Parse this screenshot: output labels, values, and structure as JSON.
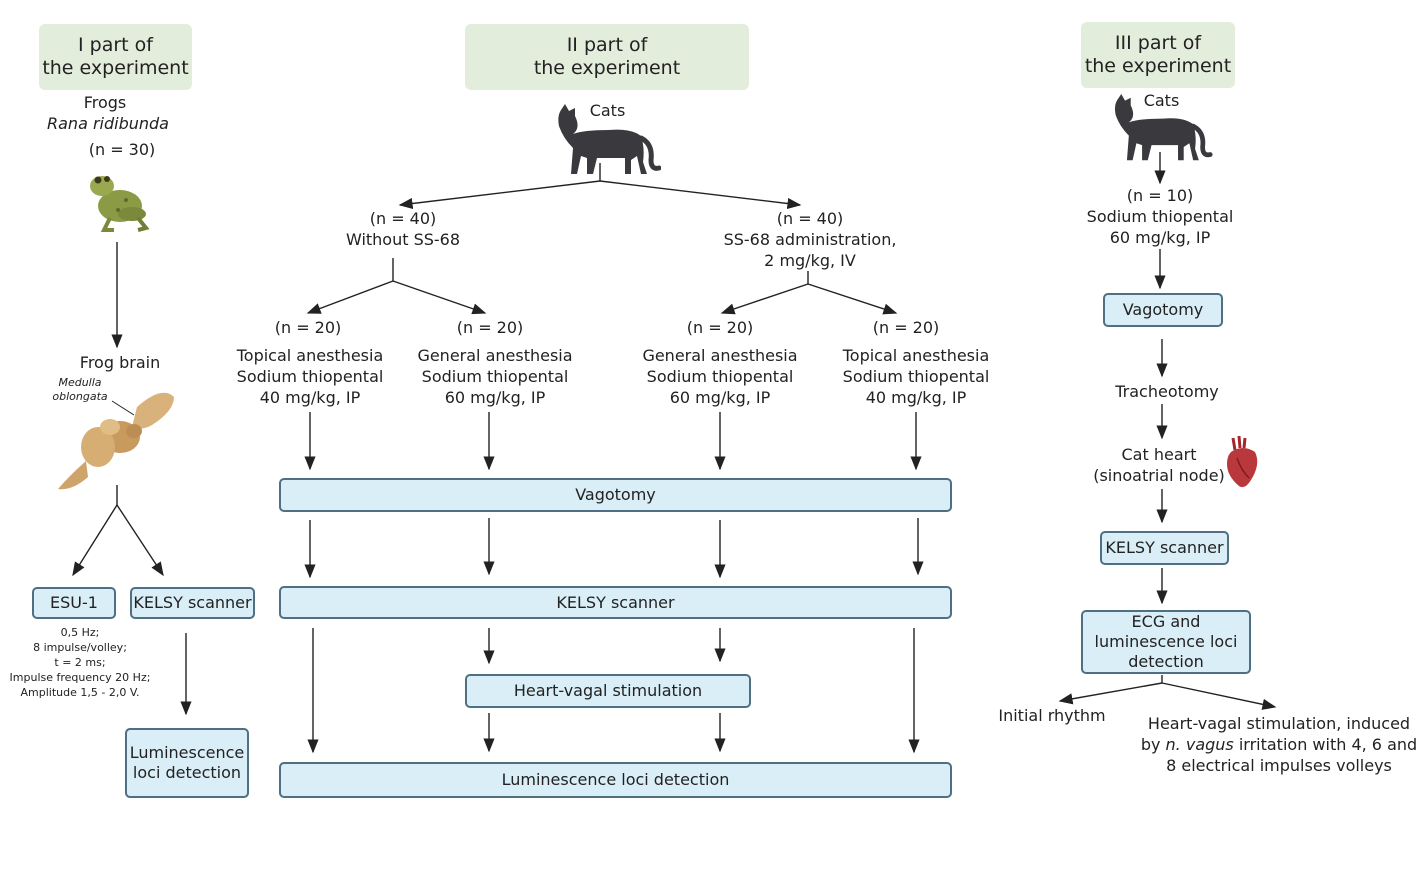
{
  "parts": {
    "p1": "I part of\nthe experiment",
    "p2": "II part of\nthe experiment",
    "p3": "III part of\nthe experiment"
  },
  "part1": {
    "species": "Frogs",
    "species_latin": "Rana ridibunda",
    "n": "(n = 30)",
    "brain": "Frog brain",
    "medulla": "Medulla\noblongata",
    "esu": "ESU-1",
    "kelsy": "KELSY scanner",
    "params": "0,5 Hz;\n8 impulse/volley;\nt = 2 ms;\nImpulse frequency 20 Hz;\nAmplitude 1,5 - 2,0 V.",
    "detection": "Luminescence\nloci detection"
  },
  "part2": {
    "species": "Cats",
    "branch_left": "(n = 40)\nWithout SS-68",
    "branch_right": "(n = 40)\nSS-68 administration,\n2 mg/kg, IV",
    "group1": "(n = 20)",
    "group1_desc": "Topical anesthesia\nSodium thiopental\n40 mg/kg, IP",
    "group2": "(n = 20)",
    "group2_desc": "General anesthesia\nSodium thiopental\n60 mg/kg, IP",
    "group3": "(n = 20)",
    "group3_desc": "General anesthesia\nSodium thiopental\n60 mg/kg, IP",
    "group4": "(n = 20)",
    "group4_desc": "Topical anesthesia\nSodium thiopental\n40 mg/kg, IP",
    "vagotomy": "Vagotomy",
    "kelsy": "KELSY scanner",
    "stimulation": "Heart-vagal stimulation",
    "detection": "Luminescence loci detection"
  },
  "part3": {
    "species": "Cats",
    "n": "(n = 10)\nSodium thiopental\n60 mg/kg, IP",
    "vagotomy": "Vagotomy",
    "tracheotomy": "Tracheotomy",
    "heart": "Cat heart\n(sinoatrial node)",
    "kelsy": "KELSY scanner",
    "ecg": "ECG and\nluminescence loci\ndetection",
    "initial": "Initial rhythm",
    "stim_pre": "Heart-vagal stimulation, induced\nby ",
    "stim_italic": "n. vagus",
    "stim_post": " irritation with 4, 6 and\n8 electrical impulses volleys"
  },
  "colors": {
    "header_bg": "#e3eddc",
    "box_bg": "#d9eef6",
    "box_border": "#4f6f82"
  }
}
